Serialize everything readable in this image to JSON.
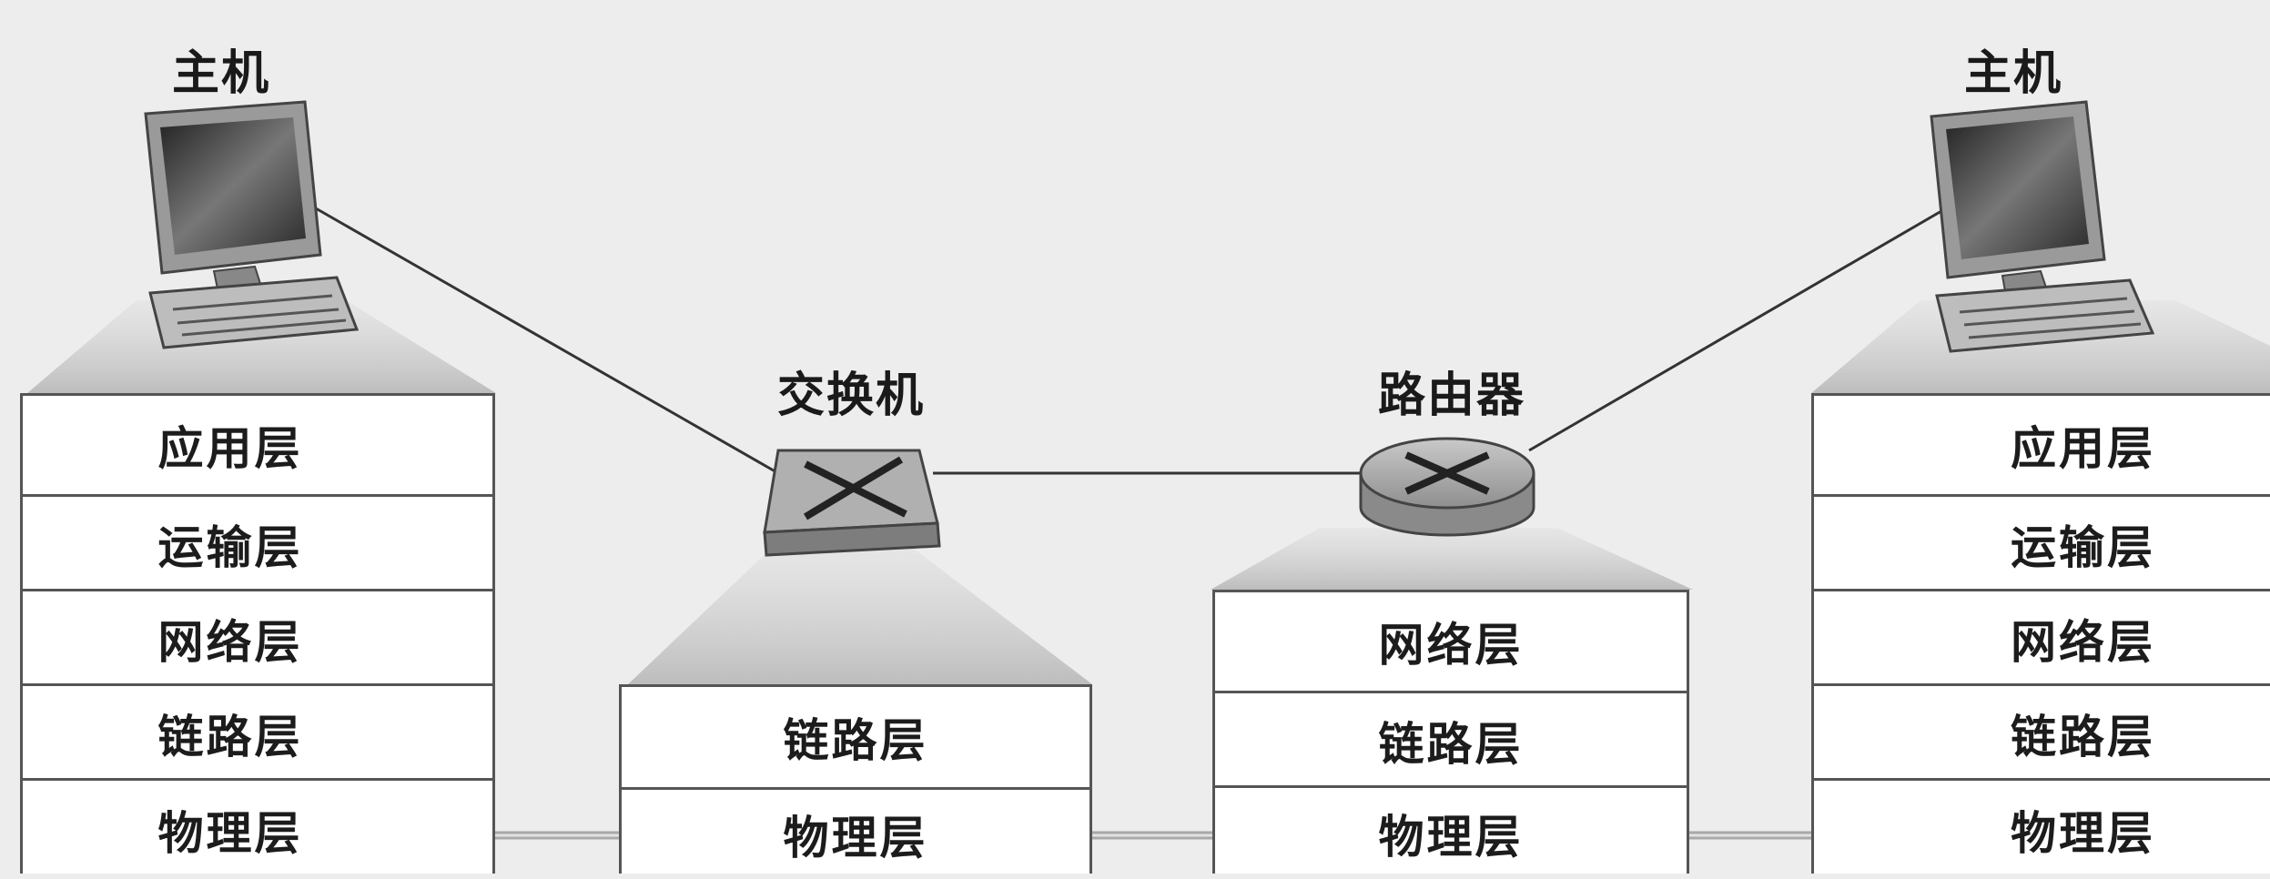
{
  "devices": {
    "host_left": "主机",
    "switch": "交换机",
    "router": "路由器",
    "host_right": "主机"
  },
  "stacks": {
    "host_left": [
      "应用层",
      "运输层",
      "网络层",
      "链路层",
      "物理层"
    ],
    "switch": [
      "链路层",
      "物理层"
    ],
    "router": [
      "网络层",
      "链路层",
      "物理层"
    ],
    "host_right": [
      "应用层",
      "运输层",
      "网络层",
      "链路层",
      "物理层"
    ]
  },
  "colors": {
    "stack_fill": "#ffffff",
    "stack_border": "#555555",
    "path_line": "#a8a8a8",
    "link_line": "#333333",
    "shade": "#c8c8c8"
  }
}
